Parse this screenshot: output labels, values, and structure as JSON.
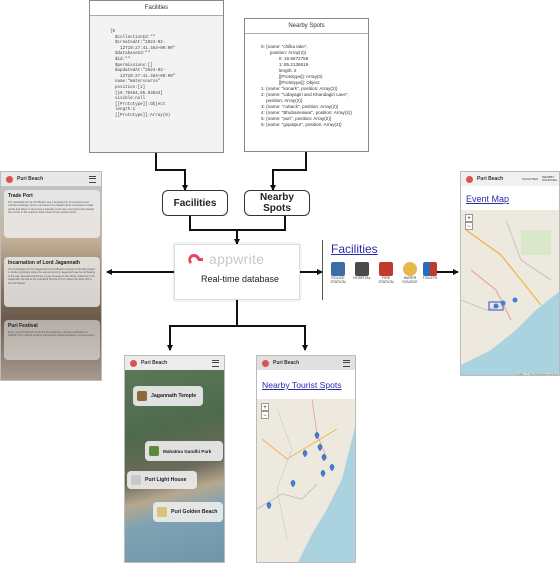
{
  "facilities_code": {
    "title": "Facilities",
    "lines": [
      "{0",
      "  $collectionId:\"\"",
      "  $createdAt:\"2024-02-",
      "    12T10:27:41.464+00:00\"",
      "  $databaseId:\"\"",
      "  $id:\"\"",
      "  $permissions:[]",
      "  $updatedAt:\"2024-02-",
      "    12T10:27:41.464+00:00\"",
      "  name:\"Watersource\"",
      "  position:[2]",
      "  [19.79484,85.83834]",
      "  visible:null",
      "  [[Prototype]]:Object",
      "  length:1",
      "  [[Prototype]]:Array(0)"
    ]
  },
  "nearby_code": {
    "title": "Nearby Spots",
    "lines": [
      "0: {name: \"chilka lake\",",
      "       position: Array(2)}",
      "              0: 19.5672756",
      "              1: 85.2138619",
      "              length: 2",
      "              [[Prototype]]: Array(0)",
      "              [[Prototype]]: Object",
      "1: {name: \"konark\", position: Array(2)}",
      "2: {name: \"Udayagiri and Khandagiri cave\",",
      "    position: Array(2)}",
      "3: {name: \"cuttack\", position: Array(2)}",
      "4: {name: \"Bhubaneswar\", position: Array(2)}",
      "5: {name: \"puri\", position: Array(2)}",
      "6: {name: \"gopalpur\", position: Array(2)}"
    ]
  },
  "nodes": {
    "facilities": "Facilities",
    "nearby_line1": "Nearby",
    "nearby_line2": "Spots",
    "appwrite_brand": "appwrite",
    "realtime": "Real-time database"
  },
  "left_phone": {
    "header": "Puri Beach",
    "cards": [
      {
        "title": "Trade Port",
        "text": "The Jamkhadi port at Puri Beach was a bustling hub of commerce and cultural exchange, where merchants from distant lands converged to trade goods and ideas. It served as a gateway to the sea, connecting the coastal city of Puri to the maritime trade routes of the ancient world."
      },
      {
        "title": "Incarnation of Lord Jagannath",
        "text": "The incarnation of Lord Jagannath at Puri Beach remains to the faith rooted in Hindu mythology where the sacred wood of Jagannath was found floating in the sea. Devotees flock here to pay homage to the divine, believing in the Jagannath Temple at the Gundicha Temple in Puri, where the idols rest in the Puri Beach."
      },
      {
        "title": "Puri Festival",
        "text": "Every year Puri Beach hosts the Puri Festival, a vibrant celebration of Odisha's rich cultural heritage showcasing traditional dance, art and cuisine."
      }
    ]
  },
  "facilities_panel": {
    "title": "Facilities",
    "items": [
      "POLICE STATION",
      "HOSPITAL",
      "FIRE STATION",
      "WATER SOURCE",
      "TOILETS"
    ]
  },
  "event_phone": {
    "header": "Puri Beach",
    "nav": [
      "FACILITIES",
      "NEARBY SOURCES"
    ],
    "title": "Event Map",
    "attribution": "Leaflet | © OpenStreetMap contributors",
    "zoom_in": "+",
    "zoom_out": "−"
  },
  "bottom_phone": {
    "header": "Puri Beach",
    "spots": [
      "Jagannath Temple",
      "Mahatma Gandhi Park",
      "Puri Light House",
      "Puri Golden Beach"
    ]
  },
  "nearby_phone": {
    "header": "Puri Beach",
    "title": "Nearby Tourist Spots",
    "zoom_in": "+",
    "zoom_out": "−"
  },
  "colors": {
    "link": "#2d2aa8",
    "accent": "#e8445a",
    "map_land": "#eee9df",
    "map_sea": "#aad3df",
    "pin": "#3f7fd6"
  }
}
